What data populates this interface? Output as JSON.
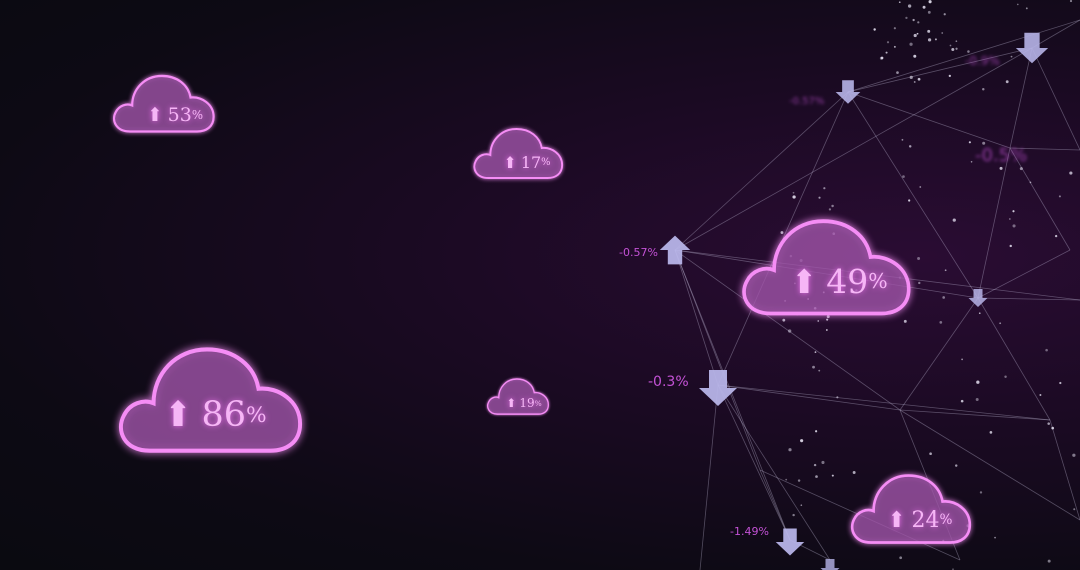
{
  "colors": {
    "cloud_stroke": "#f58df5",
    "cloud_fill": "#7a3c86",
    "cloud_text": "#f6b6f6",
    "arrow_down": "#b7b4e8",
    "network_line": "#cfc8e6",
    "tick_text": "#c452d6"
  },
  "clouds": [
    {
      "id": "c53",
      "value": "53",
      "unit": "%",
      "icon": "arrow-up-icon"
    },
    {
      "id": "c17",
      "value": "17",
      "unit": "%",
      "icon": "arrow-up-icon"
    },
    {
      "id": "c49",
      "value": "49",
      "unit": "%",
      "icon": "arrow-up-icon"
    },
    {
      "id": "c86",
      "value": "86",
      "unit": "%",
      "icon": "arrow-up-icon"
    },
    {
      "id": "c19",
      "value": "19",
      "unit": "%",
      "icon": "arrow-up-icon"
    },
    {
      "id": "c24",
      "value": "24",
      "unit": "%",
      "icon": "arrow-up-icon"
    }
  ],
  "ticks": [
    {
      "label": "-0.57%"
    },
    {
      "label": "-0.3%"
    },
    {
      "label": "-1.49%"
    },
    {
      "label": "-0.57%"
    },
    {
      "label": "-0.9%"
    },
    {
      "label": "-0.5%"
    }
  ]
}
